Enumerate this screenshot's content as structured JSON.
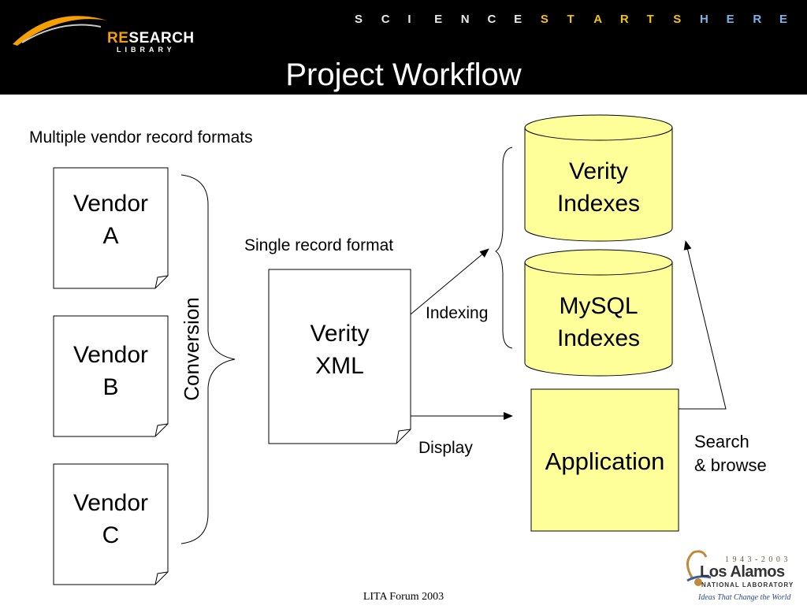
{
  "header": {
    "tagline_letters": [
      "S",
      "C",
      "I",
      "E",
      "N",
      "C",
      "E",
      "S",
      "T",
      "A",
      "R",
      "T",
      "S",
      "H",
      "E",
      "R",
      "E"
    ],
    "tagline_colors": [
      "#e8e8e8",
      "#e8e8e8",
      "#e8e8e8",
      "#e8e8e8",
      "#e8e8e8",
      "#e8e8e8",
      "#e8e8e8",
      "#f5c400",
      "#f5c400",
      "#f5c400",
      "#f5c400",
      "#f5c400",
      "#f5c400",
      "#7fb3e6",
      "#7fb3e6",
      "#7fb3e6",
      "#7fb3e6"
    ],
    "title": "Project Workflow",
    "logo": {
      "text": "RESEARCH LIBRARY",
      "accent": "#f5a000"
    }
  },
  "diagram": {
    "caption_top": "Multiple vendor record formats",
    "vendors": [
      {
        "line1": "Vendor",
        "line2": "A"
      },
      {
        "line1": "Vendor",
        "line2": "B"
      },
      {
        "line1": "Vendor",
        "line2": "C"
      }
    ],
    "conversion_label": "Conversion",
    "single_format_label": "Single record format",
    "verity_xml": {
      "line1": "Verity",
      "line2": "XML"
    },
    "indexing_label": "Indexing",
    "display_label": "Display",
    "verity_indexes": {
      "line1": "Verity",
      "line2": "Indexes"
    },
    "mysql_indexes": {
      "line1": "MySQL",
      "line2": "Indexes"
    },
    "application_label": "Application",
    "search_browse": {
      "line1": "Search",
      "line2": "& browse"
    },
    "fill_yellow": "#ffff99"
  },
  "footer": {
    "text": "LITA Forum 2003",
    "lanl_years": "1 9 4 3 - 2 0 0 3",
    "lanl_name": "Los Alamos",
    "lanl_sub": "NATIONAL LABORATORY",
    "lanl_slogan": "Ideas That Change the World"
  }
}
